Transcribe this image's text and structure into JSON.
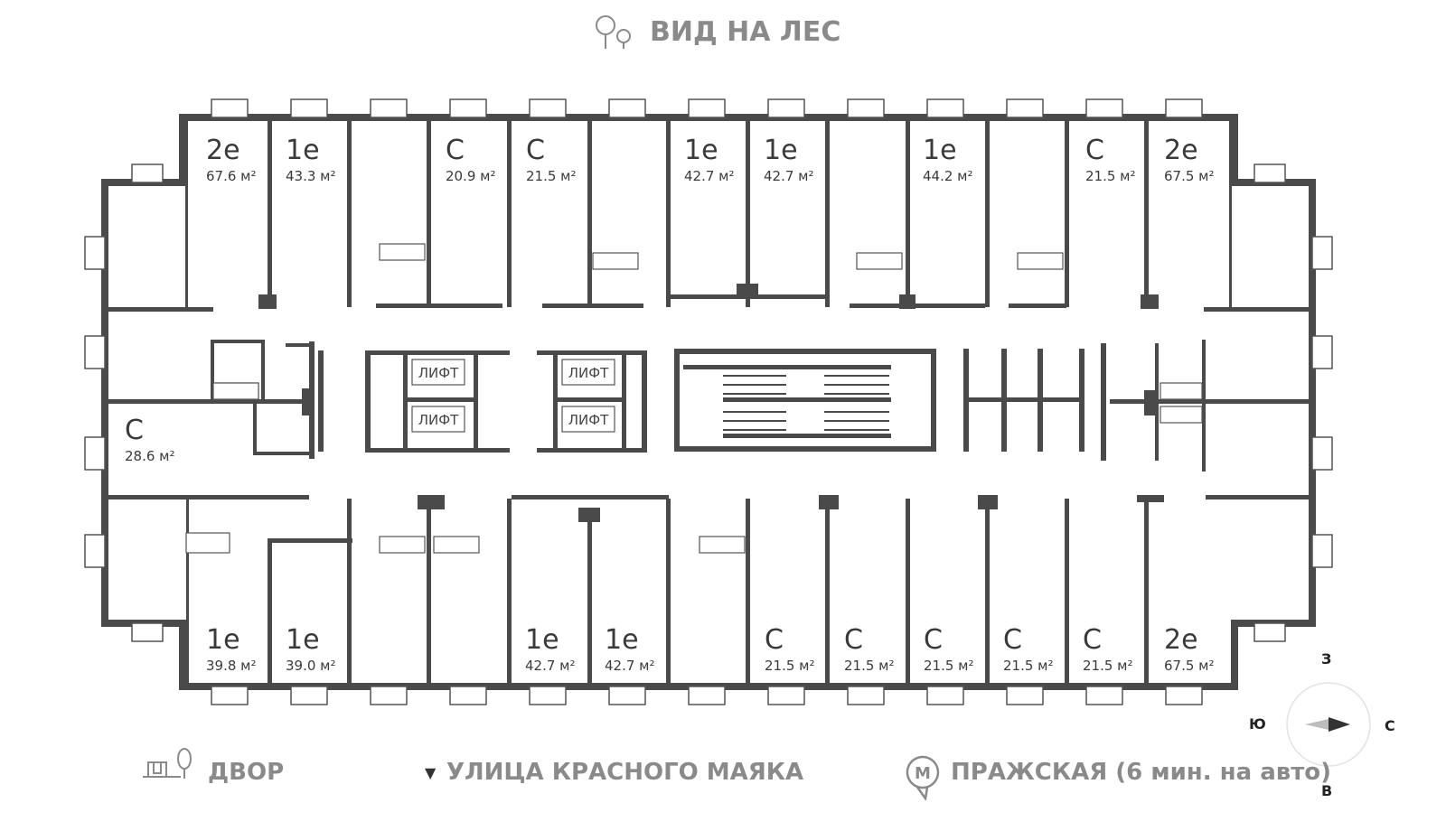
{
  "header": {
    "title": "ВИД НА ЛЕС"
  },
  "footer": {
    "yard": "ДВОР",
    "street_marker": "▼",
    "street": "УЛИЦА КРАСНОГО МАЯКА",
    "metro_letter": "M",
    "metro": "ПРАЖСКАЯ (6 мин. на авто)"
  },
  "compass": {
    "north": "З",
    "south": "В",
    "west": "Ю",
    "east": "С"
  },
  "lift_label": "ЛИФТ",
  "colors": {
    "wall": "#4a4a4a",
    "text": "#3a3a3a",
    "label": "#8a8a8a"
  },
  "apartments_top": [
    {
      "type": "2е",
      "area": "67.6 м²"
    },
    {
      "type": "1е",
      "area": "43.3 м²"
    },
    {
      "type": "С",
      "area": "20.9 м²"
    },
    {
      "type": "С",
      "area": "21.5 м²"
    },
    {
      "type": "1е",
      "area": "42.7 м²"
    },
    {
      "type": "1е",
      "area": "42.7 м²"
    },
    {
      "type": "1е",
      "area": "44.2 м²"
    },
    {
      "type": "С",
      "area": "21.5 м²"
    },
    {
      "type": "2е",
      "area": "67.5 м²"
    }
  ],
  "apartments_left": [
    {
      "type": "С",
      "area": "28.6 м²"
    }
  ],
  "apartments_bottom": [
    {
      "type": "1е",
      "area": "39.8 м²"
    },
    {
      "type": "1е",
      "area": "39.0 м²"
    },
    {
      "type": "1е",
      "area": "42.7 м²"
    },
    {
      "type": "1е",
      "area": "42.7 м²"
    },
    {
      "type": "С",
      "area": "21.5 м²"
    },
    {
      "type": "С",
      "area": "21.5 м²"
    },
    {
      "type": "С",
      "area": "21.5 м²"
    },
    {
      "type": "С",
      "area": "21.5 м²"
    },
    {
      "type": "С",
      "area": "21.5 м²"
    },
    {
      "type": "2е",
      "area": "67.5 м²"
    }
  ]
}
